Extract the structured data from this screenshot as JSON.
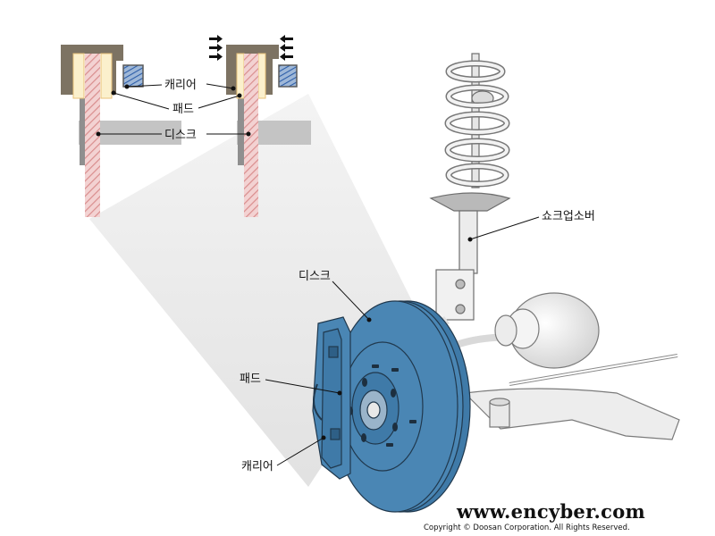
{
  "labels": {
    "carrier": "캐리어",
    "pad": "패드",
    "disc": "디스크",
    "shock_absorber": "쇼크업소버"
  },
  "footer": {
    "website": "www.encyber.com",
    "copyright": "Copyright © Doosan Corporation. All Rights Reserved."
  },
  "colors": {
    "disc": "#4a86b4",
    "pad_hatch": "#e7aaaa",
    "carrier": "#7d7363",
    "shaft": "#c4c4c4",
    "spring": "#2c5da8"
  },
  "icons": {
    "pressure_arrows": "right-arrows-and-left-arrows"
  }
}
